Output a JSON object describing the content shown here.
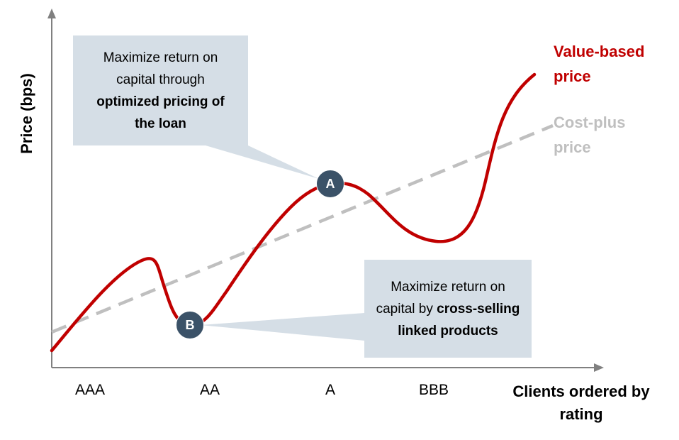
{
  "axes": {
    "y_title": "Price (bps)",
    "x_title_line1": "Clients ordered by",
    "x_title_line2": "rating",
    "x_ticks": [
      "AAA",
      "AA",
      "A",
      "BBB"
    ]
  },
  "series": {
    "value_based": {
      "label_line1": "Value-based",
      "label_line2": "price",
      "color": "#c00000"
    },
    "cost_plus": {
      "label_line1": "Cost-plus",
      "label_line2": "price",
      "color": "#bfbfbf"
    }
  },
  "callouts": {
    "a": {
      "line1": "Maximize return on",
      "line2": "capital through",
      "bold1": "optimized pricing of",
      "bold2": "the loan"
    },
    "b": {
      "line1": "Maximize return on",
      "line2_normal": "capital by ",
      "line2_bold": "cross-selling",
      "line3_bold": "linked products"
    }
  },
  "markers": {
    "a": "A",
    "b": "B"
  },
  "colors": {
    "callout_fill": "#d5dee6",
    "marker_fill": "#3b5268",
    "axis": "#808080"
  }
}
